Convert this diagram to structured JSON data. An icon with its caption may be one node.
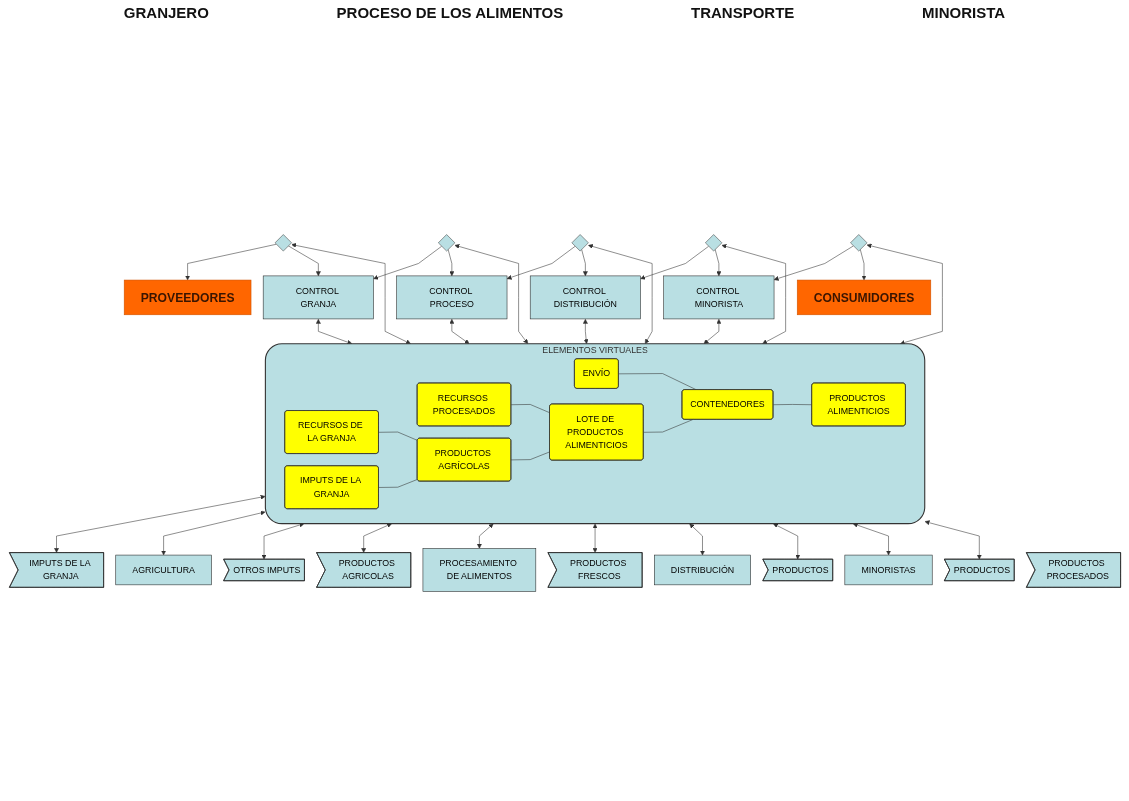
{
  "diagram": {
    "nodes": [
      {
        "text": [
          "PROVEEDORES"
        ]
      },
      {
        "text": [],
        "shape": "diamond"
      },
      {
        "text": [
          "CONTROL GRANJA"
        ]
      },
      {
        "text": [],
        "shape": "diamond"
      },
      {
        "text": [
          "CONTROL PROCESO"
        ]
      },
      {
        "text": [],
        "shape": "diamond"
      },
      {
        "text": [
          "CONTROL DISTRIBUCIÓN"
        ]
      },
      {
        "text": [],
        "shape": "diamond"
      },
      {
        "text": [
          "CONTROL MINORISTA"
        ]
      },
      {
        "text": [],
        "shape": "diamond"
      },
      {
        "text": [
          "CONSUMIDORES"
        ]
      },
      {
        "text": [
          "ELEMENTOS VIRTUALES"
        ]
      },
      {
        "text": [
          "RECURSOS DE LA GRANJA"
        ],
        "in": 11
      },
      {
        "text": [
          "RECURSOS PROCESADOS"
        ],
        "in": 11
      },
      {
        "text": [
          "ENVÍO"
        ],
        "in": 11
      },
      {
        "text": [
          "IMPUTS DE LA GRANJA"
        ],
        "in": 11
      },
      {
        "text": [
          "PRODUCTOS AGRÍCOLAS"
        ],
        "in": 11
      },
      {
        "text": [
          "LOTE DE PRODUCTOS ALIMENTICIOS"
        ],
        "in": 11
      },
      {
        "text": [
          "CONTENEDORES"
        ],
        "in": 11
      },
      {
        "text": [
          "PRODUCTOS ALIMENTICIOS"
        ],
        "in": 11
      },
      {
        "text": [
          "OTROS IMPUTS"
        ]
      },
      {
        "text": [
          "PROCESAMIENTO DE ALIMENTOS"
        ]
      },
      {
        "text": [
          "PRODUCTOS PROCESADOS"
        ]
      },
      {
        "text": [
          "IMPUTS DE LA GRANJA"
        ]
      },
      {
        "text": [
          "AGRICULTURA"
        ]
      },
      {
        "text": [
          "PRODUCTOS AGRICOLAS"
        ]
      },
      {
        "text": [
          "DISTRIBUCIÓN"
        ]
      },
      {
        "text": [
          "PRODUCTOS"
        ]
      },
      {
        "text": [
          "MINORISTAS"
        ]
      },
      {
        "text": [
          "PRODUCTOS"
        ]
      },
      {
        "text": [
          "PRODUCTOS FRESCOS"
        ]
      }
    ],
    "edges": [
      {
        "from": 1,
        "to": 0,
        "arrow": "to"
      },
      {
        "from": 1,
        "to": 2,
        "arrow": "to"
      },
      {
        "from": 3,
        "to": 2,
        "arrow": "to"
      },
      {
        "from": 3,
        "to": 4,
        "arrow": "to"
      },
      {
        "from": 5,
        "to": 4,
        "arrow": "to"
      },
      {
        "from": 5,
        "to": 6,
        "arrow": "to"
      },
      {
        "from": 7,
        "to": 6,
        "arrow": "to"
      },
      {
        "from": 7,
        "to": 8,
        "arrow": "to"
      },
      {
        "from": 9,
        "to": 8,
        "arrow": "to"
      },
      {
        "from": 9,
        "to": 10,
        "arrow": "to"
      },
      {
        "from": 1,
        "to": 11,
        "arrow": "both"
      },
      {
        "from": 2,
        "to": 11,
        "arrow": "both"
      },
      {
        "from": 3,
        "to": 11,
        "arrow": "both"
      },
      {
        "from": 4,
        "to": 11,
        "arrow": "both"
      },
      {
        "from": 5,
        "to": 11,
        "arrow": "both"
      },
      {
        "from": 6,
        "to": 11,
        "arrow": "both"
      },
      {
        "from": 7,
        "to": 11,
        "arrow": "both"
      },
      {
        "from": 8,
        "to": 11,
        "arrow": "both"
      },
      {
        "from": 9,
        "to": 11,
        "arrow": "both"
      },
      {
        "from": 12,
        "to": 16,
        "arrow": "none"
      },
      {
        "from": 13,
        "to": 17,
        "arrow": "none"
      },
      {
        "from": 14,
        "to": 18,
        "arrow": "none"
      },
      {
        "from": 15,
        "to": 16,
        "arrow": "none"
      },
      {
        "from": 16,
        "to": 17,
        "arrow": "none"
      },
      {
        "from": 17,
        "to": 18,
        "arrow": "none"
      },
      {
        "from": 18,
        "to": 19,
        "arrow": "none"
      },
      {
        "from": 11,
        "to": 23,
        "arrow": "both"
      },
      {
        "from": 11,
        "to": 24,
        "arrow": "both"
      },
      {
        "from": 11,
        "to": 20,
        "arrow": "both"
      },
      {
        "from": 11,
        "to": 25,
        "arrow": "both"
      },
      {
        "from": 11,
        "to": 21,
        "arrow": "both"
      },
      {
        "from": 11,
        "to": 30,
        "arrow": "both"
      },
      {
        "from": 11,
        "to": 26,
        "arrow": "both"
      },
      {
        "from": 11,
        "to": 27,
        "arrow": "both"
      },
      {
        "from": 11,
        "to": 28,
        "arrow": "both"
      },
      {
        "from": 11,
        "to": 29,
        "arrow": "both"
      }
    ],
    "labels": [
      "GRANJERO",
      "PROCESO DE LOS ALIMENTOS",
      "TRANSPORTE",
      "MINORISTA"
    ]
  }
}
